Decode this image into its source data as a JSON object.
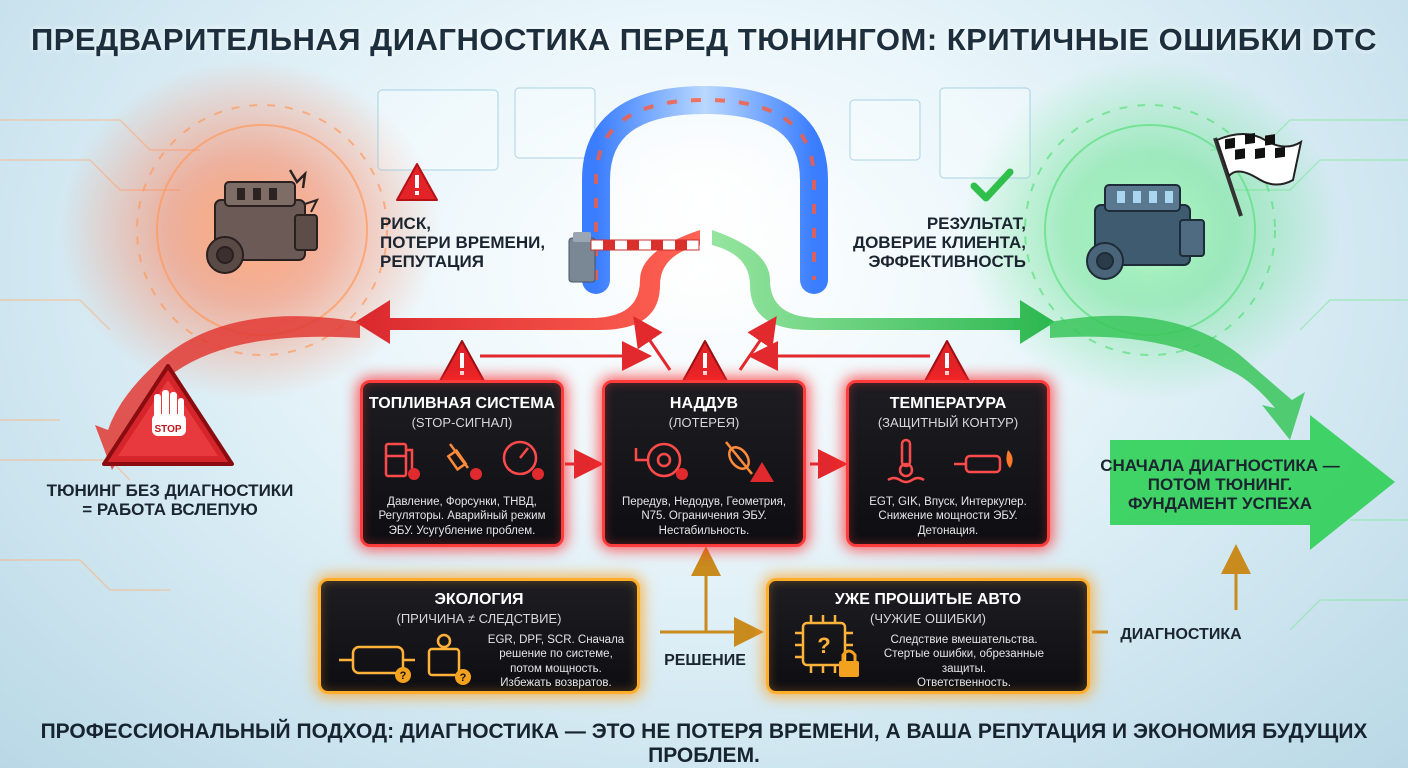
{
  "title": "ПРЕДВАРИТЕЛЬНАЯ ДИАГНОСТИКА ПЕРЕД ТЮНИНГОМ: КРИТИЧНЫЕ ОШИБКИ DTC",
  "left_risk": {
    "lines": [
      "РИСК,",
      "ПОТЕРИ ВРЕМЕНИ,",
      "РЕПУТАЦИЯ"
    ]
  },
  "right_result": {
    "lines": [
      "РЕЗУЛЬТАТ,",
      "ДОВЕРИЕ КЛИЕНТА,",
      "ЭФФЕКТИВНОСТЬ"
    ]
  },
  "stop_sign": {
    "text": "STOP"
  },
  "left_conclusion": {
    "lines": [
      "ТЮНИНГ БЕЗ ДИАГНОСТИКИ",
      "= РАБОТА ВСЛЕПУЮ"
    ]
  },
  "right_conclusion": {
    "lines": [
      "СНАЧАЛА ДИАГНОСТИКА —",
      "ПОТОМ ТЮНИНГ.",
      "ФУНДАМЕНТ УСПЕХА"
    ]
  },
  "cards": {
    "fuel": {
      "title": "ТОПЛИВНАЯ СИСТЕМА",
      "subtitle": "(STOP-СИГНАЛ)",
      "body": [
        "Давление, Форсунки, ТНВД,",
        "Регуляторы. Аварийный режим",
        "ЭБУ. Усугубление проблем."
      ]
    },
    "boost": {
      "title": "НАДДУВ",
      "subtitle": "(ЛОТЕРЕЯ)",
      "body": [
        "Передув, Недодув, Геометрия,",
        "N75. Ограничения ЭБУ.",
        "Нестабильность."
      ]
    },
    "temp": {
      "title": "ТЕМПЕРАТУРА",
      "subtitle": "(ЗАЩИТНЫЙ КОНТУР)",
      "body": [
        "EGT, GIK, Впуск, Интеркулер.",
        "Снижение мощности ЭБУ.",
        "Детонация."
      ]
    },
    "eco": {
      "title": "ЭКОЛОГИЯ",
      "subtitle": "(ПРИЧИНА ≠ СЛЕДСТВИЕ)",
      "body": [
        "EGR, DPF, SCR. Сначала",
        "решение по системе,",
        "потом мощность.",
        "Избежать возвратов."
      ]
    },
    "flashed": {
      "title": "УЖЕ ПРОШИТЫЕ АВТО",
      "subtitle": "(ЧУЖИЕ ОШИБКИ)",
      "body": [
        "Следствие вмешательства.",
        "Стертые ошибки, обрезанные",
        "защиты.",
        "Ответственность."
      ]
    }
  },
  "flow_labels": {
    "solution": "РЕШЕНИЕ",
    "diagnostics": "ДИАГНОСТИКА"
  },
  "footer": "ПРОФЕССИОНАЛЬНЫЙ ПОДХОД: ДИАГНОСТИКА — ЭТО НЕ ПОТЕРЯ ВРЕМЕНИ, А ВАША РЕПУТАЦИЯ И ЭКОНОМИЯ БУДУЩИХ ПРОБЛЕМ.",
  "icons": {
    "engine_left": "damaged-engine-icon",
    "engine_right": "clean-engine-icon",
    "flag": "checkered-flag-icon",
    "check": "check-icon",
    "warning": "warning-triangle-icon",
    "barrier": "barrier-gate-icon"
  },
  "colors": {
    "danger": "#e8262a",
    "success": "#2fbf4a",
    "caution": "#f2a21e",
    "card_bg": "#121216"
  }
}
